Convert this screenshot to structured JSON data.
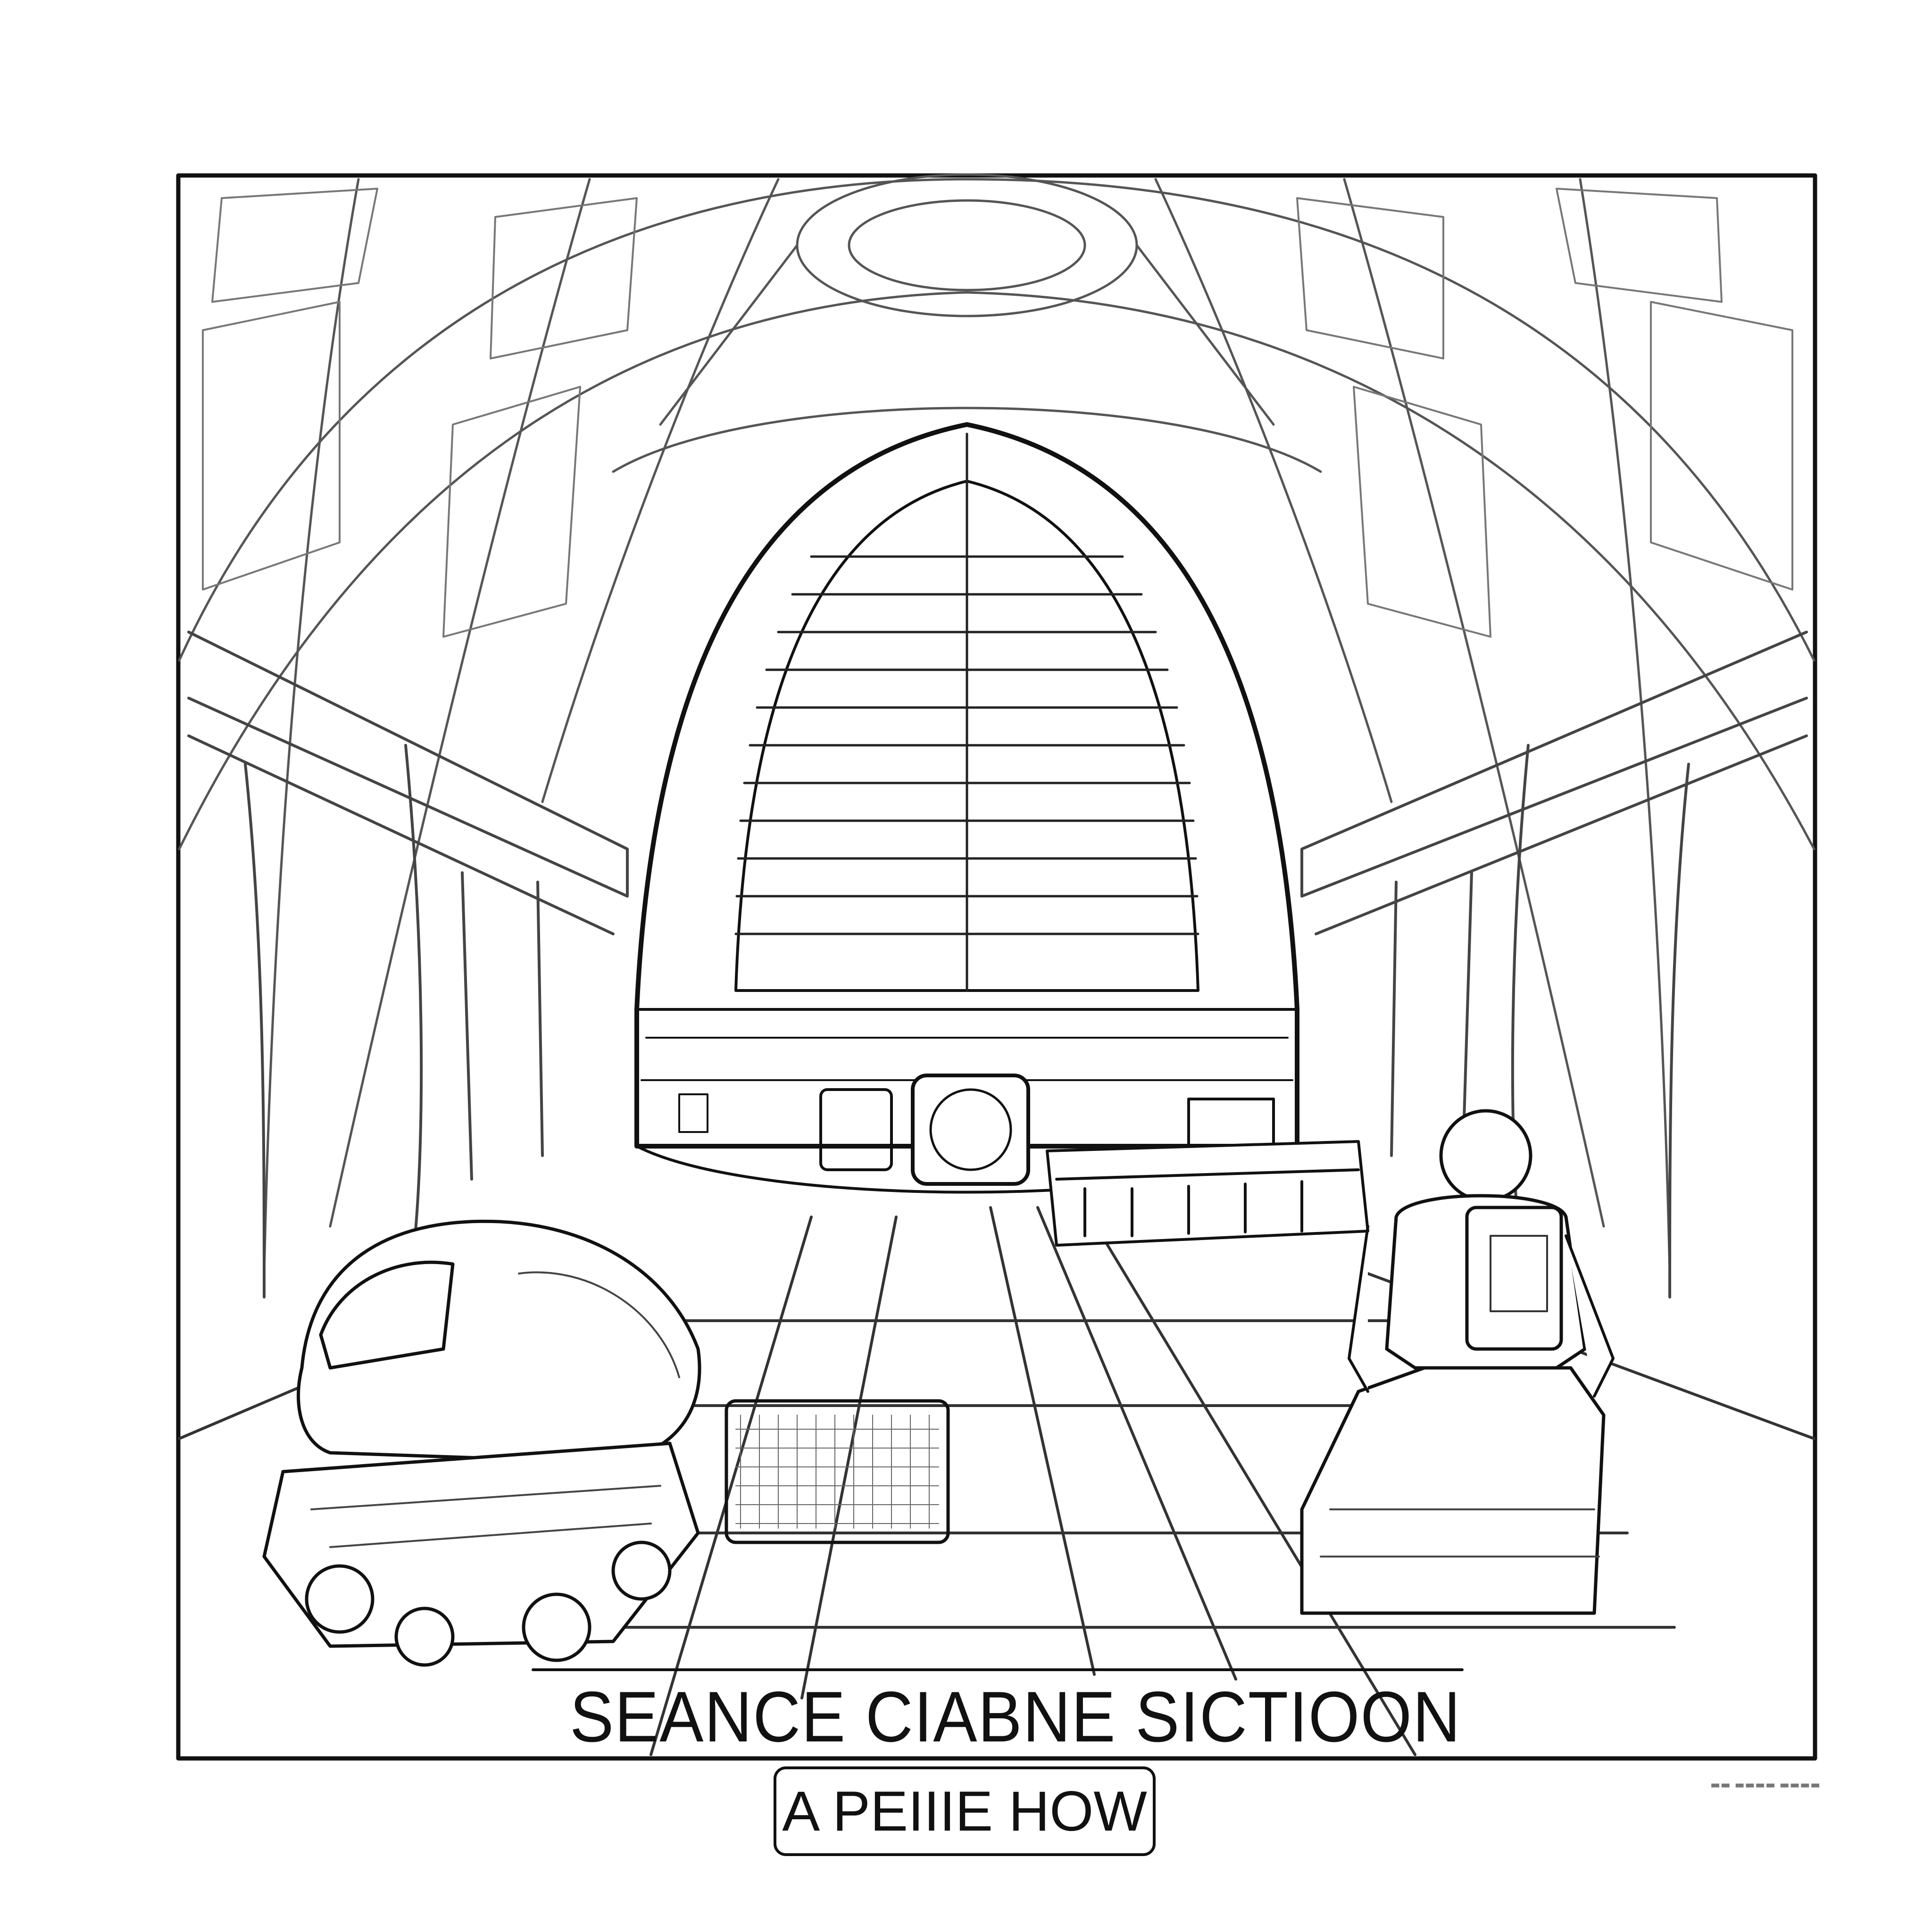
{
  "illustration": {
    "style": "black line-art coloring page",
    "subject_elements": [
      "domed-chamber",
      "central-capsule",
      "rover-vehicle",
      "astronaut-figure",
      "floor-grate",
      "control-consoles"
    ]
  },
  "caption": {
    "title": "SEANCE CIABNE SICTIOON",
    "subtitle": "A PEIIIE HOW",
    "fine_print": "▬▬ ▬▬▬▬ ▬▬▬▬"
  },
  "colors": {
    "ink": "#111111",
    "paper": "#ffffff",
    "line_light": "#8a8a8a"
  }
}
